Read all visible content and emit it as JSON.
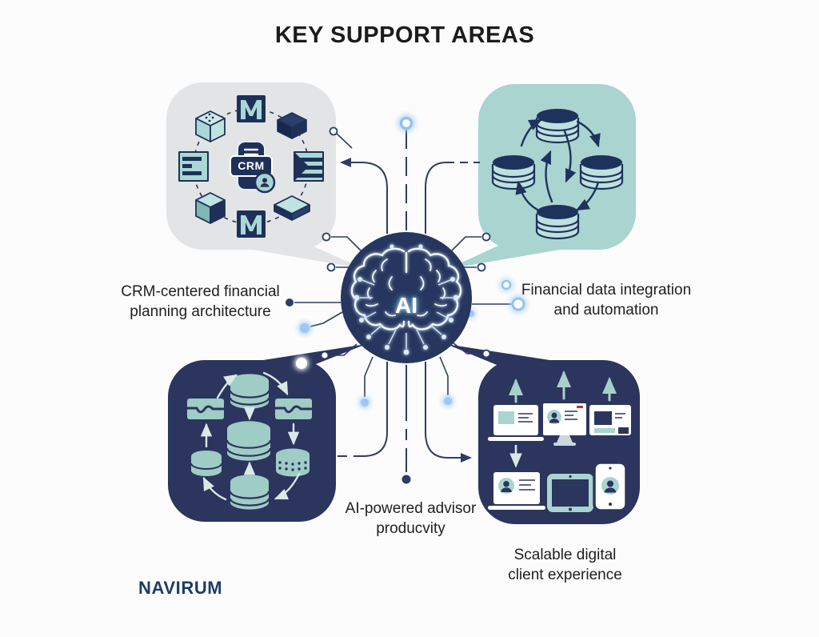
{
  "title": "KEY SUPPORT AREAS",
  "brand": "NAVIRUM",
  "center": {
    "label": "AI",
    "icon": "ai-brain-circuit-icon"
  },
  "quadrants": {
    "crm": {
      "label_line1": "CRM-centered financial",
      "label_line2": "planning architecture",
      "badge": "CRM",
      "icon": "crm-hub-icon",
      "bubble_color": "#e3e4e6"
    },
    "data": {
      "label_line1": "Financial data integration",
      "label_line2": "and automation",
      "icon": "database-sync-icon",
      "bubble_color": "#a9d4d0"
    },
    "productivity": {
      "label_line1": "AI-powered advisor",
      "label_line2": "producvity",
      "icon": "data-pipeline-icon",
      "bubble_color": "#2b355e"
    },
    "experience": {
      "label_line1": "Scalable digital",
      "label_line2": "client experience",
      "icon": "multi-device-icon",
      "bubble_color": "#2b355e"
    }
  },
  "colors": {
    "background": "#fcfcfd",
    "navy_bubble": "#2b355e",
    "teal_bubble": "#a9d4d0",
    "gray_bubble": "#e3e4e6",
    "icon_navy": "#1f3058",
    "circuit_navy": "#2e3d66",
    "glow_blue": "#8fc4f2",
    "label_text": "#1f1f1f",
    "brand_navy": "#1d3c63",
    "red_accent": "#b03a2e"
  }
}
